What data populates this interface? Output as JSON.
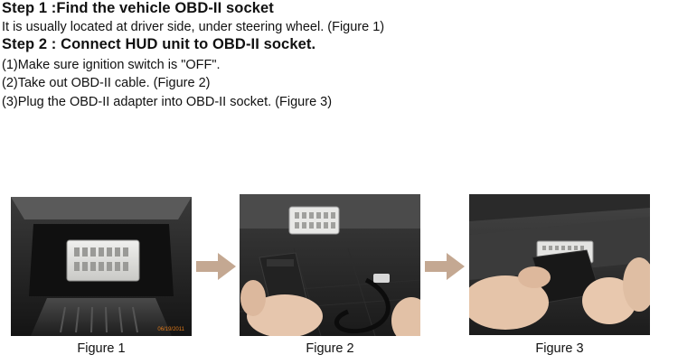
{
  "steps": {
    "step1_heading": "Step 1 :Find the vehicle OBD-II socket",
    "step1_text": "It is usually located at driver side, under steering wheel. (Figure 1)",
    "step2_heading": "Step 2 : Connect HUD unit to OBD-II socket.",
    "step2_items": [
      "(1)Make sure ignition switch is \"OFF\".",
      "(2)Take out OBD-II cable. (Figure 2)",
      "(3)Plug the OBD-II adapter into OBD-II socket. (Figure 3)"
    ]
  },
  "figures": [
    {
      "caption": "Figure 1",
      "stamp": "06/19/2011"
    },
    {
      "caption": "Figure 2"
    },
    {
      "caption": "Figure 3"
    }
  ],
  "colors": {
    "arrow": "#c4a892",
    "text": "#111111",
    "stamp": "#e07a1a"
  },
  "icons": {
    "arrow": "right-arrow-icon"
  }
}
